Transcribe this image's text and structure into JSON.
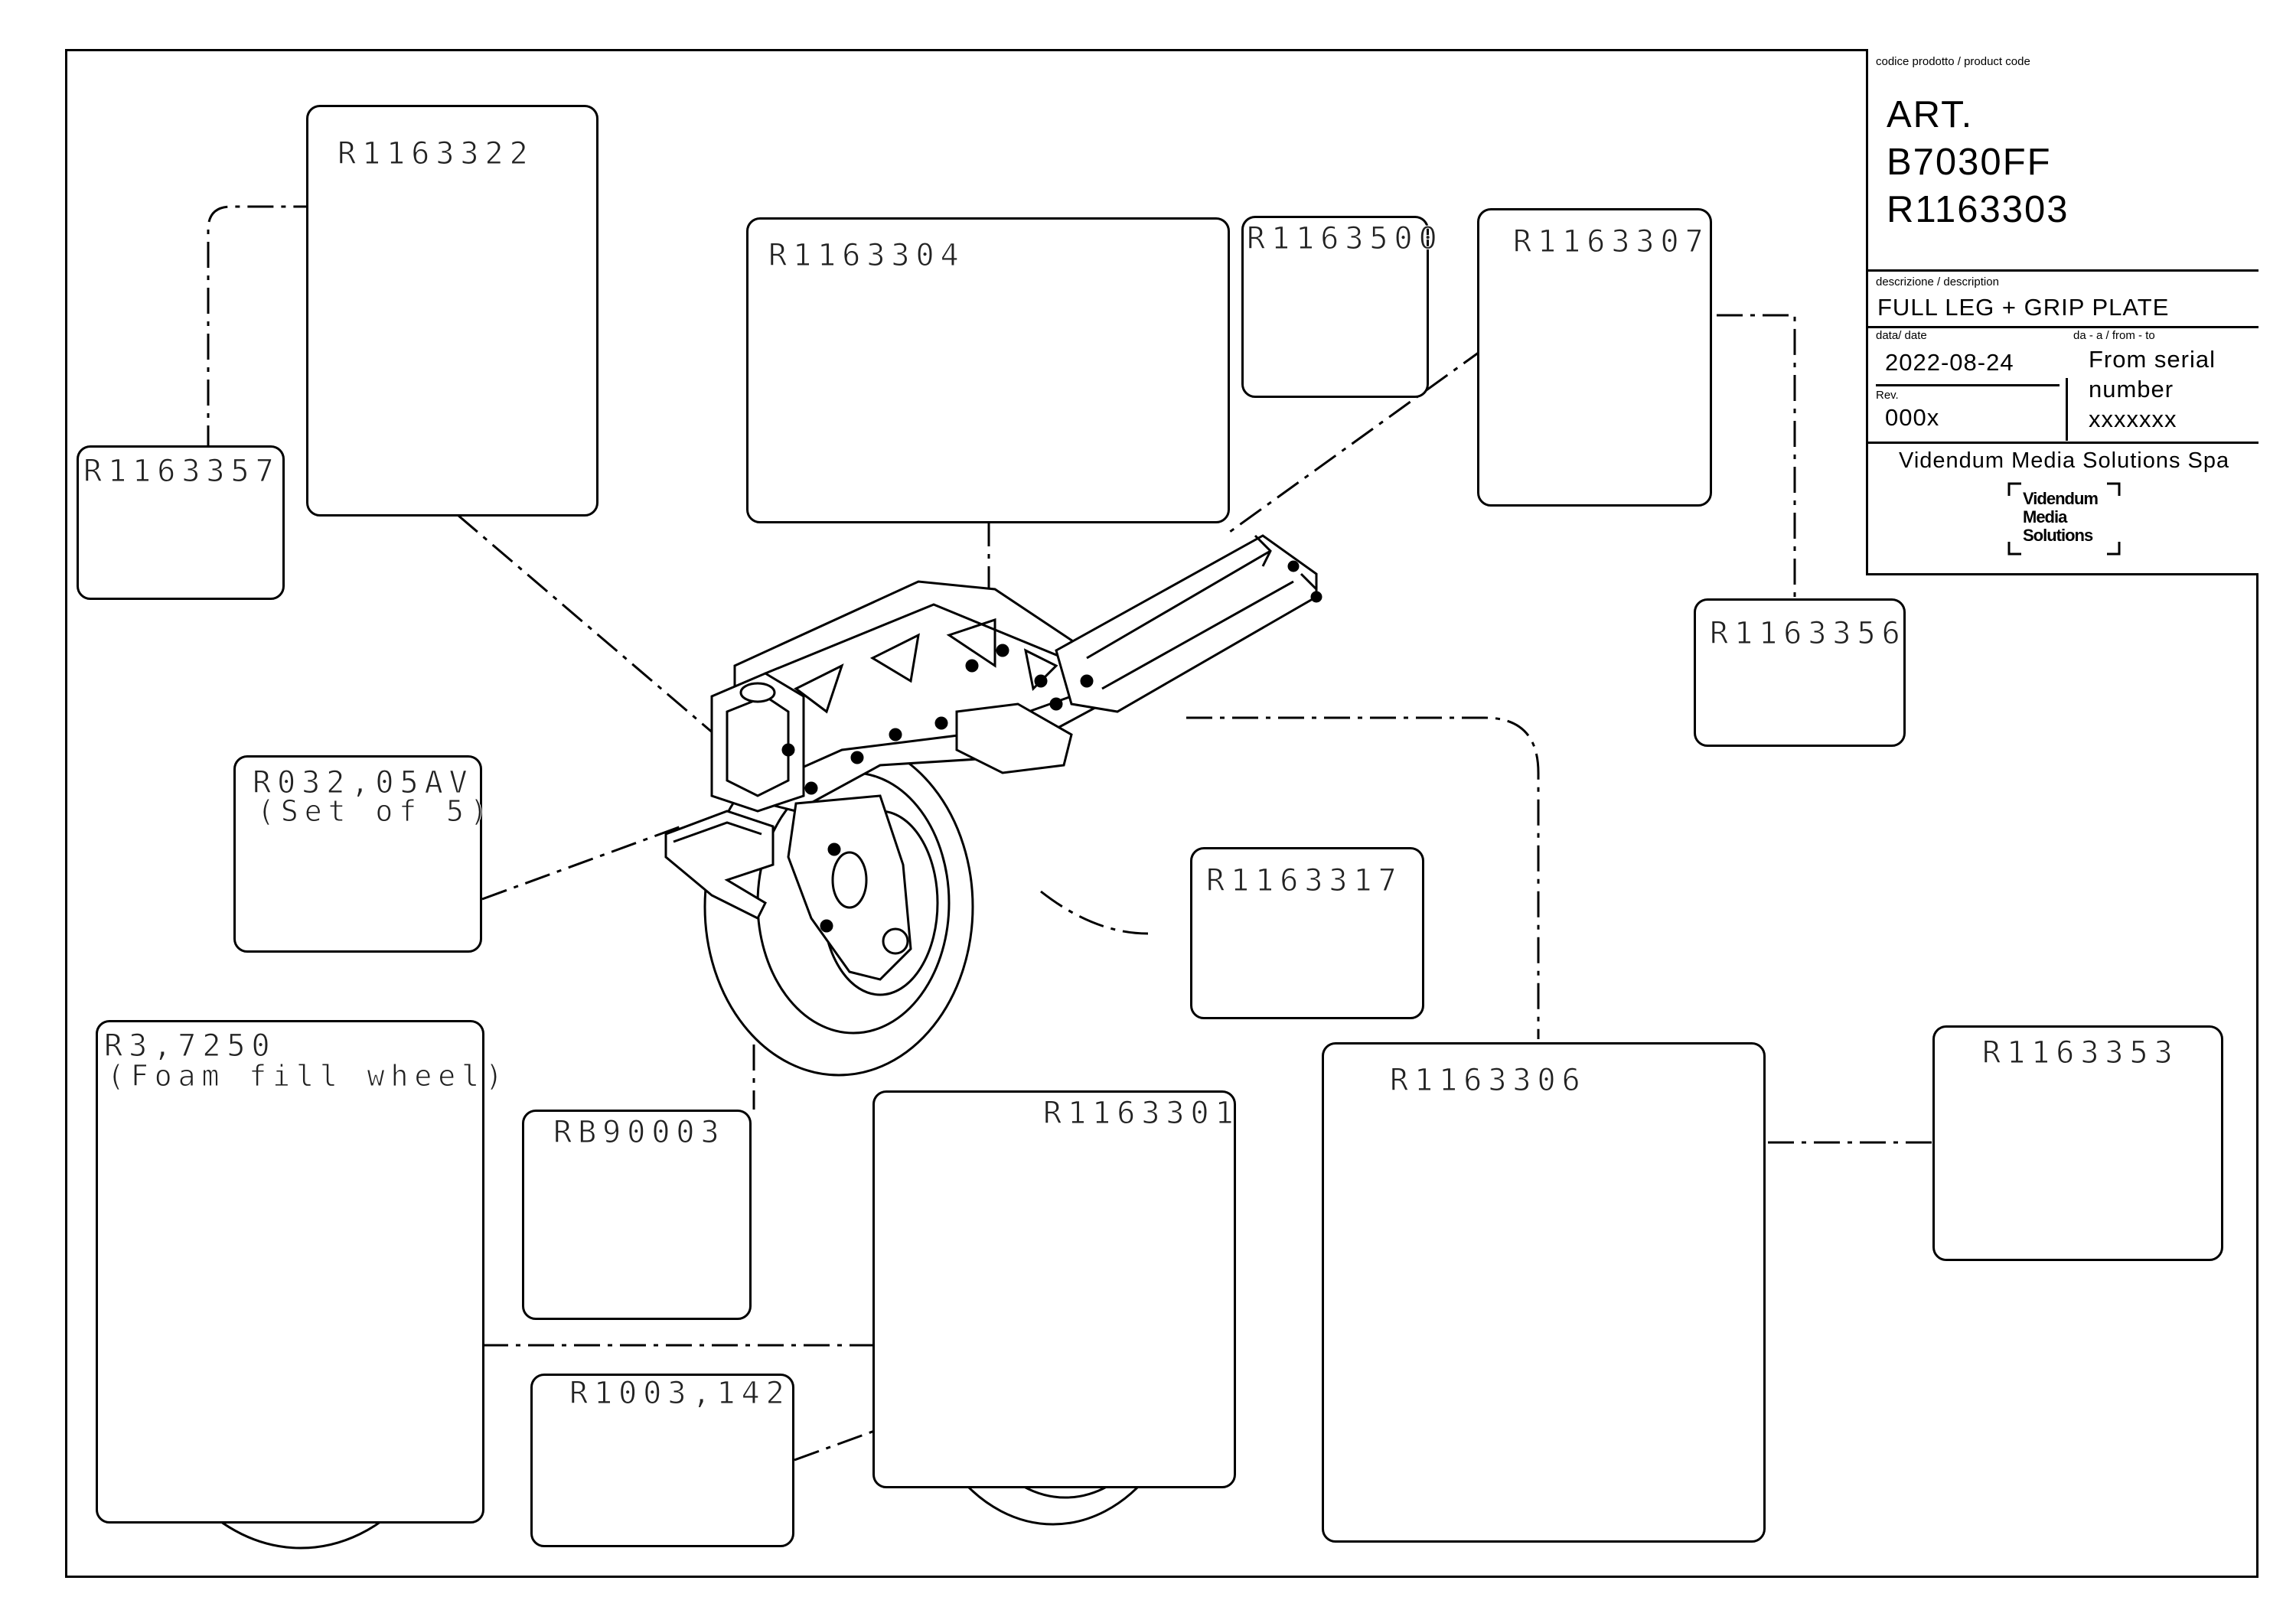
{
  "title_block": {
    "product_code_label": "codice prodotto / product code",
    "art_lines": [
      "ART.",
      "B7030FF",
      "R1163303"
    ],
    "description_label": "descrizione / description",
    "description": "FULL LEG + GRIP PLATE",
    "date_label": "data/ date",
    "date": "2022-08-24",
    "from_to_label": "da - a / from - to",
    "from_to_lines": [
      "From serial",
      "number",
      "xxxxxxx"
    ],
    "rev_label": "Rev.",
    "rev": "000x",
    "company": "Videndum Media Solutions Spa",
    "logo_text": [
      "Videndum",
      "Media",
      "Solutions"
    ]
  },
  "parts": [
    {
      "code": "R1163322"
    },
    {
      "code": "R1163357"
    },
    {
      "code": "R1163304"
    },
    {
      "code": "R1163500"
    },
    {
      "code": "R1163307"
    },
    {
      "code": "R1163356"
    },
    {
      "code": "R032,05AV",
      "note": "(Set of 5)"
    },
    {
      "code": "R1163317"
    },
    {
      "code": "R3,7250",
      "note": "(Foam fill wheel)"
    },
    {
      "code": "RB90003"
    },
    {
      "code": "R1163301"
    },
    {
      "code": "R1163306"
    },
    {
      "code": "R1163353"
    },
    {
      "code": "R1003,142"
    }
  ]
}
